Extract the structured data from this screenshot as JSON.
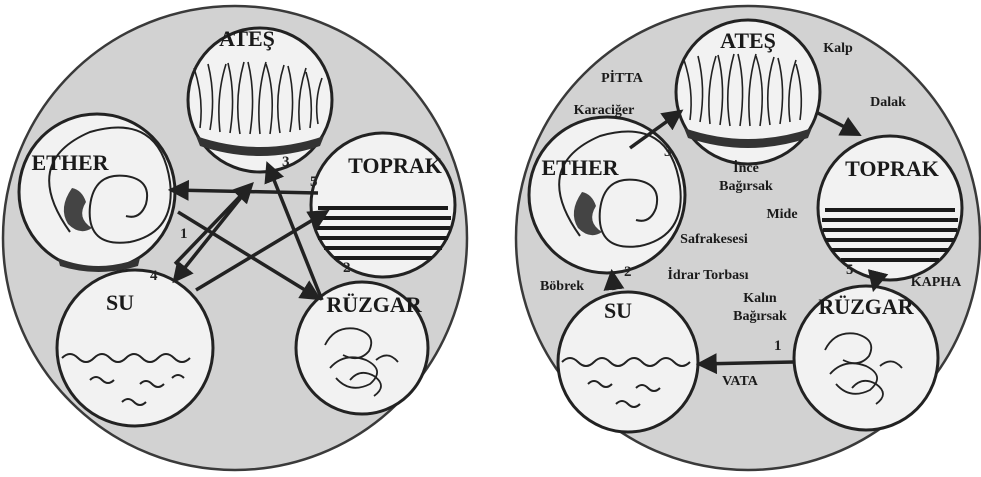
{
  "left_diagram": {
    "elements": {
      "fire": "ATEŞ",
      "ether": "ETHER",
      "earth": "TOPRAK",
      "water": "SU",
      "wind": "RÜZGAR"
    },
    "cycle_numbers": [
      "1",
      "2",
      "3",
      "4",
      "5"
    ]
  },
  "right_diagram": {
    "elements": {
      "fire": "ATEŞ",
      "ether": "ETHER",
      "earth": "TOPRAK",
      "water": "SU",
      "wind": "RÜZGAR"
    },
    "cycle_numbers": [
      "1",
      "2",
      "3",
      "5"
    ],
    "doshas": {
      "pitta": "PİTTA",
      "kapha": "KAPHA",
      "vata": "VATA"
    },
    "organs": {
      "heart": "Kalp",
      "liver": "Karaciğer",
      "spleen": "Dalak",
      "small_intestine_1": "İnce",
      "small_intestine_2": "Bağırsak",
      "stomach": "Mide",
      "gallbladder": "Safrakesesi",
      "bladder": "İdrar Torbası",
      "kidney": "Böbrek",
      "large_intestine_1": "Kalın",
      "large_intestine_2": "Bağırsak"
    }
  }
}
